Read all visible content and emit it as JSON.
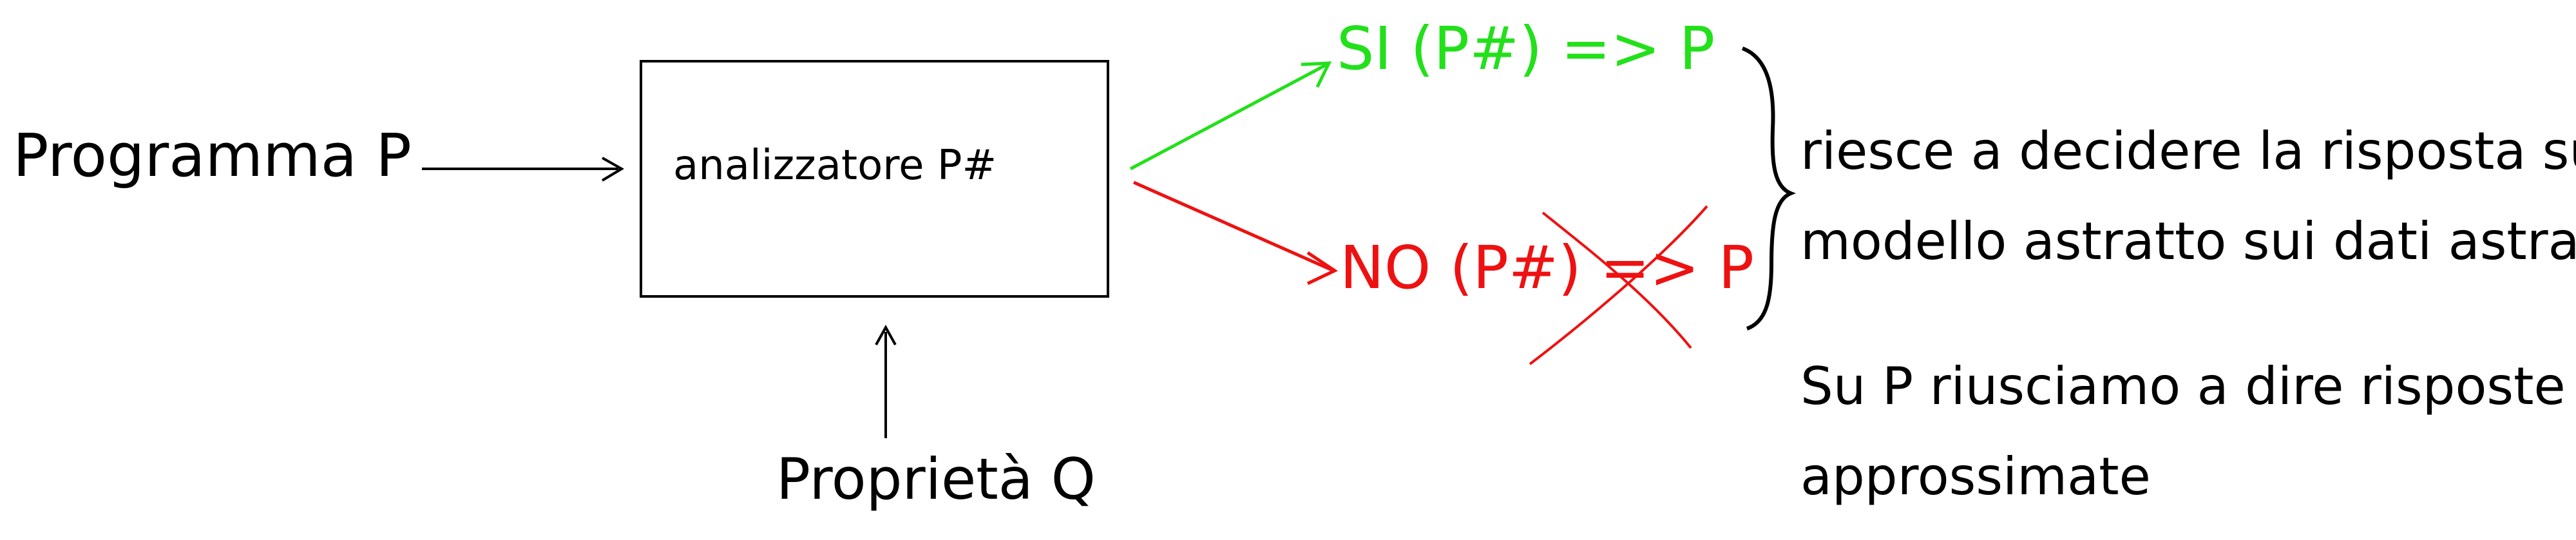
{
  "diagram": {
    "input_program": "Programma P",
    "analyzer": "analizzatore P#",
    "property": "Proprietà Q",
    "yes_branch": "SI (P#) => P",
    "no_branch": "NO (P#) => P",
    "note_lines": [
      "riesce a decidere la risposta sul",
      "modello astratto sui dati astratti;",
      "Su P riusciamo a dire risposte",
      "approssimate"
    ],
    "colors": {
      "yes": "#22e01a",
      "no": "#ee1111",
      "ink": "#000000"
    }
  }
}
